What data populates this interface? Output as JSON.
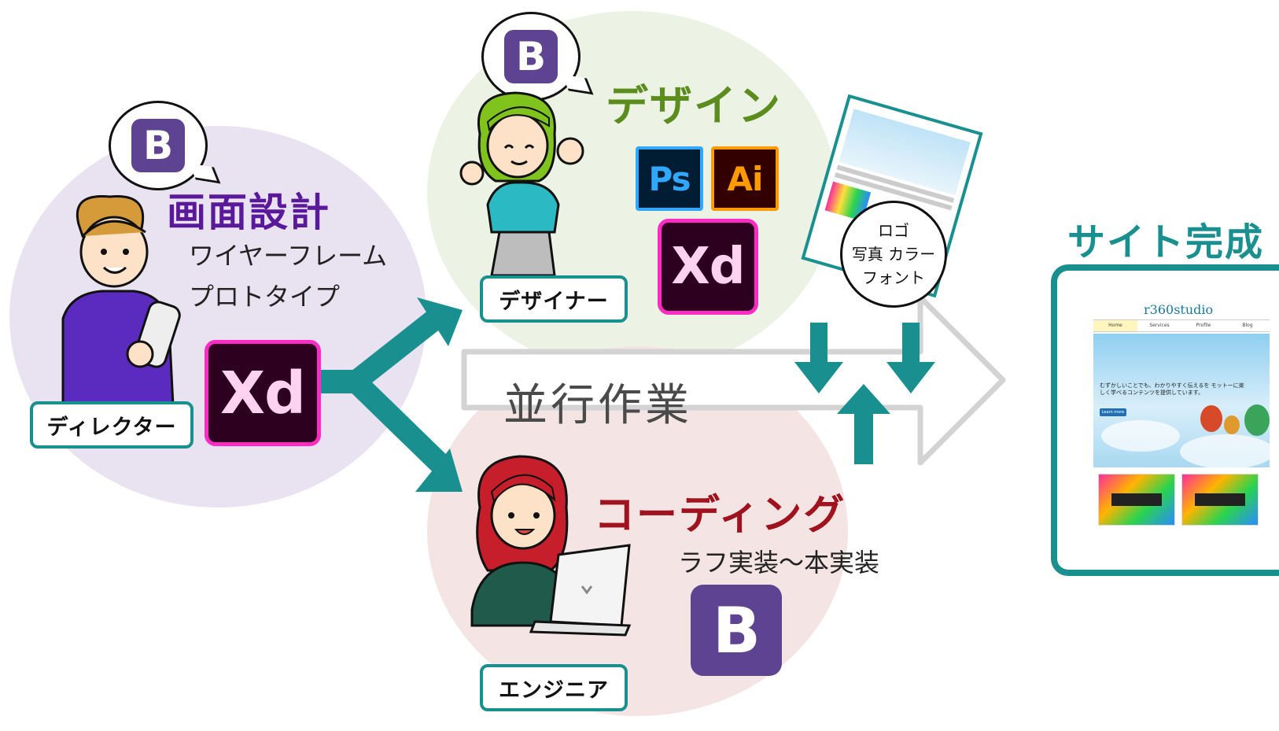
{
  "director": {
    "heading": "画面設計",
    "lines": [
      "ワイヤーフレーム",
      "プロトタイプ"
    ],
    "role": "ディレクター",
    "bubble_icon": "B",
    "app_icon": "Xd"
  },
  "designer": {
    "heading": "デザイン",
    "role": "デザイナー",
    "bubble_icon": "B",
    "apps": [
      "Ps",
      "Ai",
      "Xd"
    ]
  },
  "engineer": {
    "heading": "コーディング",
    "subtext": "ラフ実装〜本実装",
    "role": "エンジニア",
    "app_icon": "B"
  },
  "center": {
    "label": "並行作業"
  },
  "assets_note": {
    "lines": [
      "ロゴ",
      "写真 カラー",
      "フォント"
    ]
  },
  "mockup": {
    "logo": "r360studio",
    "nav": [
      "Home",
      "Services",
      "Profile",
      "Blog"
    ],
    "hero_text": "むずかしいことでも、わかりやすく伝えるを モットーに楽しく学べるコンテンツを提供しています。",
    "button": "Learn more"
  },
  "complete": {
    "heading": "サイト完成"
  },
  "colors": {
    "teal": "#19908f",
    "purple_heading": "#5a189a",
    "green_heading": "#5b8c1e",
    "red_heading": "#a0121d",
    "director_bg": "#e9e2f1",
    "designer_bg": "#edf3e4",
    "engineer_bg": "#f4e5e4"
  }
}
